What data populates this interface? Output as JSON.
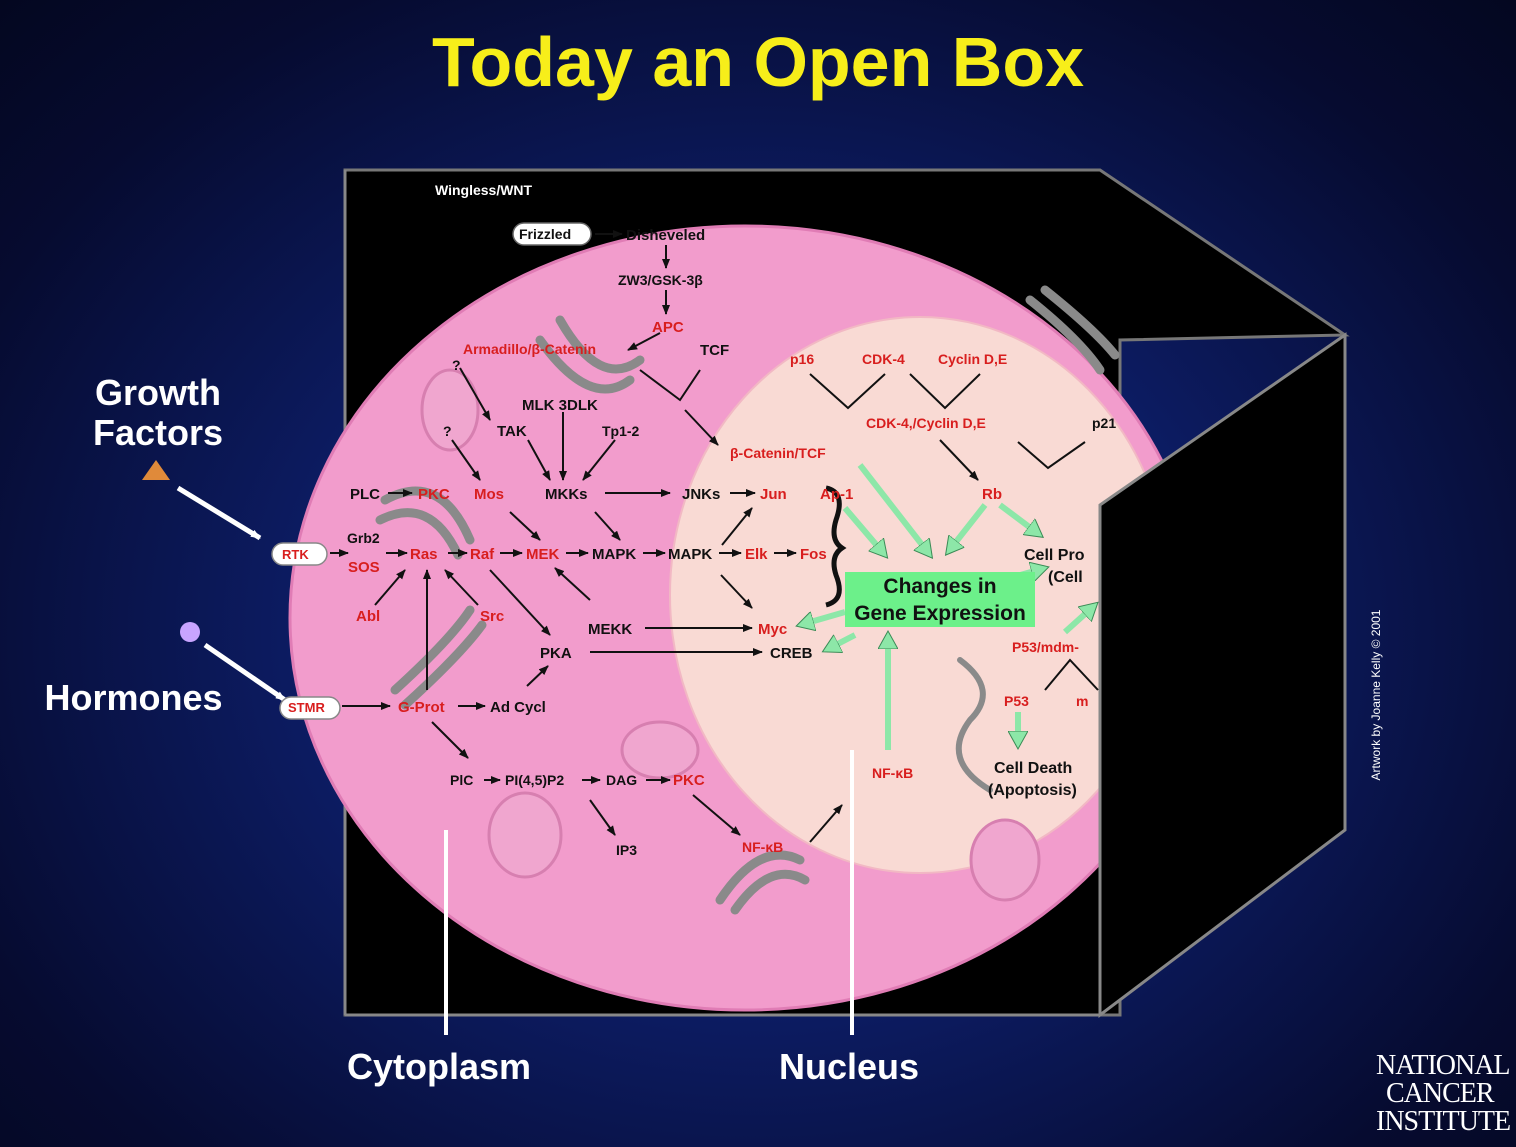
{
  "title": "Today an Open Box",
  "labels": {
    "growth_factors": "Growth Factors",
    "hormones": "Hormones",
    "cytoplasm": "Cytoplasm",
    "nucleus": "Nucleus",
    "credit": "Artwork by Joanne Kelly © 2001",
    "logo_lines": [
      "NATIONAL",
      "CANCER",
      "INSTITUTE"
    ]
  },
  "colors": {
    "title": "#f7ee1a",
    "cell": "#f29ccc",
    "nucleus": "#f9dad4",
    "red_label": "#d81e1e",
    "green_arrow": "#8de7a8",
    "highlight": "#6cf08a",
    "box": "#000000"
  },
  "diagram": {
    "wnt": "Wingless/WNT",
    "frizzled": "Frizzled",
    "disheveled": "Disheveled",
    "gsk": "ZW3/GSK-3β",
    "apc": "APC",
    "armadillo": "Armadillo/β-Catenin",
    "tcf": "TCF",
    "q1": "?",
    "q2": "?",
    "mlk": "MLK 3DLK",
    "tak": "TAK",
    "tp12": "Tp1-2",
    "plc": "PLC",
    "pkc1": "PKC",
    "mos": "Mos",
    "mkks": "MKKs",
    "jnks": "JNKs",
    "jun": "Jun",
    "ap1": "Ap-1",
    "grb2": "Grb2",
    "sos": "SOS",
    "rtk": "RTK",
    "ras": "Ras",
    "raf": "Raf",
    "mek": "MEK",
    "mapk1": "MAPK",
    "mapk2": "MAPK",
    "elk": "Elk",
    "fos": "Fos",
    "abl": "Abl",
    "src": "Src",
    "mekk": "MEKK",
    "myc": "Myc",
    "pka": "PKA",
    "creb": "CREB",
    "stmr": "STMR",
    "gprot": "G-Prot",
    "adcycl": "Ad Cycl",
    "plc2": "PlC",
    "pip2": "PI(4,5)P2",
    "dag": "DAG",
    "pkc2": "PKC",
    "ip3": "IP3",
    "nfkb1": "NF-κB",
    "nfkb2": "NF-κB",
    "p16": "p16",
    "cdk4": "CDK-4",
    "cyclin": "Cyclin D,E",
    "cdkcyclin": "CDK-4,/Cyclin D,E",
    "p21": "p21",
    "bcatenin": "β-Catenin/TCF",
    "rb": "Rb",
    "gene_expr_1": "Changes in",
    "gene_expr_2": "Gene Expression",
    "cellpro_1": "Cell Pro",
    "cellpro_2": "(Cell",
    "p53mdm": "P53/mdm-",
    "p53": "P53",
    "mdm_frag": "m",
    "celldeath_1": "Cell Death",
    "celldeath_2": "(Apoptosis)"
  }
}
